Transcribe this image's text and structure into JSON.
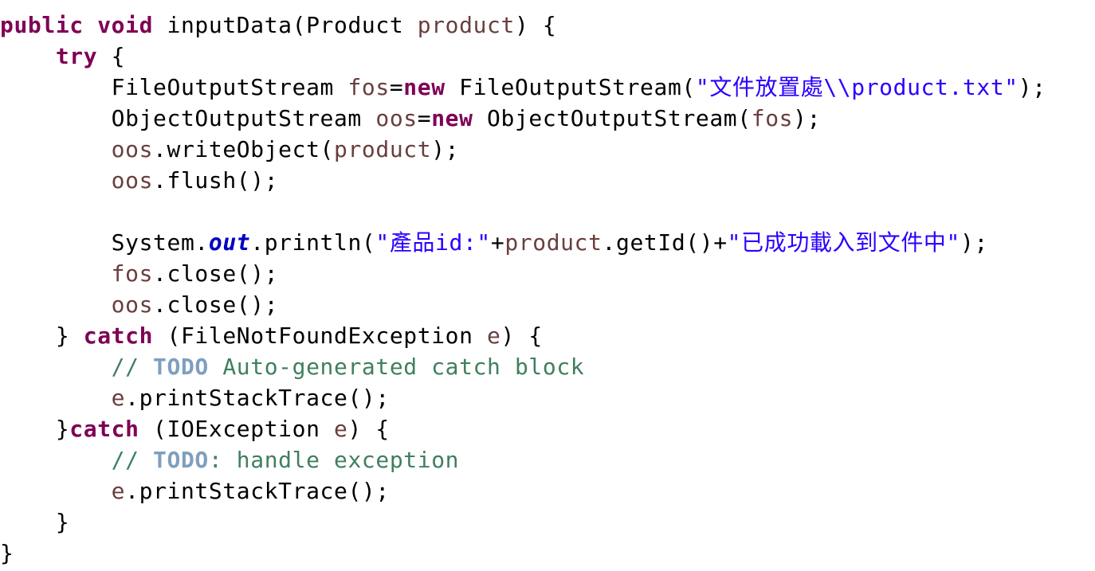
{
  "editor": {
    "colors": {
      "keyword": "#7f0055",
      "variable": "#6a3e3e",
      "string": "#2a00ff",
      "static_field": "#0000c0",
      "comment": "#3f7f5f",
      "todo_tag": "#7f9fbf",
      "plain": "#000000",
      "background": "#ffffff"
    },
    "lines": [
      [
        [
          "kw",
          "public"
        ],
        [
          "p",
          " "
        ],
        [
          "kw",
          "void"
        ],
        [
          "p",
          " inputData(Product "
        ],
        [
          "var",
          "product"
        ],
        [
          "p",
          ") {"
        ]
      ],
      [
        [
          "p",
          "    "
        ],
        [
          "kw",
          "try"
        ],
        [
          "p",
          " {"
        ]
      ],
      [
        [
          "p",
          "        FileOutputStream "
        ],
        [
          "var",
          "fos"
        ],
        [
          "p",
          "="
        ],
        [
          "kw",
          "new"
        ],
        [
          "p",
          " FileOutputStream("
        ],
        [
          "str",
          "\"文件放置處\\\\product.txt\""
        ],
        [
          "p",
          ");"
        ]
      ],
      [
        [
          "p",
          "        ObjectOutputStream "
        ],
        [
          "var",
          "oos"
        ],
        [
          "p",
          "="
        ],
        [
          "kw",
          "new"
        ],
        [
          "p",
          " ObjectOutputStream("
        ],
        [
          "var",
          "fos"
        ],
        [
          "p",
          ");"
        ]
      ],
      [
        [
          "p",
          "        "
        ],
        [
          "var",
          "oos"
        ],
        [
          "p",
          ".writeObject("
        ],
        [
          "var",
          "product"
        ],
        [
          "p",
          ");"
        ]
      ],
      [
        [
          "p",
          "        "
        ],
        [
          "var",
          "oos"
        ],
        [
          "p",
          ".flush();"
        ]
      ],
      [],
      [
        [
          "p",
          "        System."
        ],
        [
          "field",
          "out"
        ],
        [
          "p",
          ".println("
        ],
        [
          "str",
          "\"產品id:\""
        ],
        [
          "p",
          "+"
        ],
        [
          "var",
          "product"
        ],
        [
          "p",
          ".getId()+"
        ],
        [
          "str",
          "\"已成功載入到文件中\""
        ],
        [
          "p",
          ");"
        ]
      ],
      [
        [
          "p",
          "        "
        ],
        [
          "var",
          "fos"
        ],
        [
          "p",
          ".close();"
        ]
      ],
      [
        [
          "p",
          "        "
        ],
        [
          "var",
          "oos"
        ],
        [
          "p",
          ".close();"
        ]
      ],
      [
        [
          "p",
          "    } "
        ],
        [
          "kw",
          "catch"
        ],
        [
          "p",
          " (FileNotFoundException "
        ],
        [
          "var",
          "e"
        ],
        [
          "p",
          ") {"
        ]
      ],
      [
        [
          "p",
          "        "
        ],
        [
          "cmt",
          "// "
        ],
        [
          "todo",
          "TODO"
        ],
        [
          "cmt",
          " Auto-generated catch block"
        ]
      ],
      [
        [
          "p",
          "        "
        ],
        [
          "var",
          "e"
        ],
        [
          "p",
          ".printStackTrace();"
        ]
      ],
      [
        [
          "p",
          "    }"
        ],
        [
          "kw",
          "catch"
        ],
        [
          "p",
          " (IOException "
        ],
        [
          "var",
          "e"
        ],
        [
          "p",
          ") {"
        ]
      ],
      [
        [
          "p",
          "        "
        ],
        [
          "cmt",
          "// "
        ],
        [
          "todo",
          "TODO"
        ],
        [
          "cmt",
          ": handle exception"
        ]
      ],
      [
        [
          "p",
          "        "
        ],
        [
          "var",
          "e"
        ],
        [
          "p",
          ".printStackTrace();"
        ]
      ],
      [
        [
          "p",
          "    }"
        ]
      ],
      [
        [
          "p",
          "}"
        ]
      ]
    ]
  }
}
